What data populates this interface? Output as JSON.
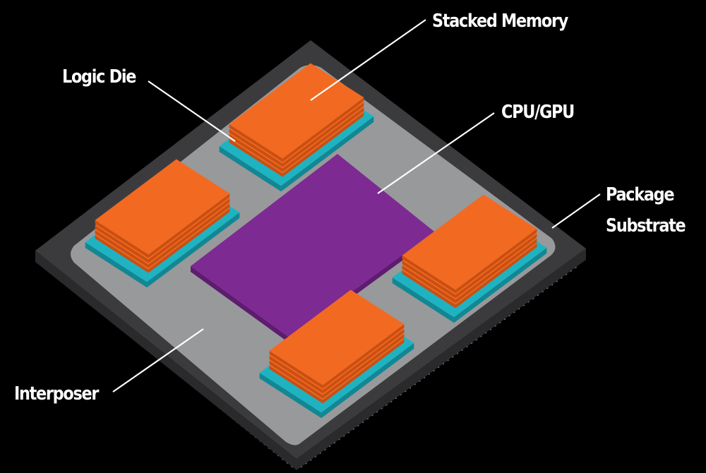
{
  "labels": {
    "stacked_memory": "Stacked Memory",
    "logic_die": "Logic Die",
    "cpu_gpu": "CPU/GPU",
    "package_substrate_line1": "Package",
    "package_substrate_line2": "Substrate",
    "interposer": "Interposer"
  },
  "colors": {
    "background": "#000000",
    "package_substrate": "#3b3b3d",
    "package_substrate_edge": "#2a2a2c",
    "interposer": "#98999b",
    "interposer_edge": "#7e7f81",
    "cpu_gpu": "#7d2a92",
    "cpu_gpu_edge": "#5e1c70",
    "stacked_memory": "#f26a22",
    "stacked_memory_side": "#c94f12",
    "logic_die": "#1fb3c2",
    "logic_die_side": "#128794",
    "pins": "#7a7a7a",
    "leader_lines": "#ffffff",
    "text": "#ffffff"
  }
}
